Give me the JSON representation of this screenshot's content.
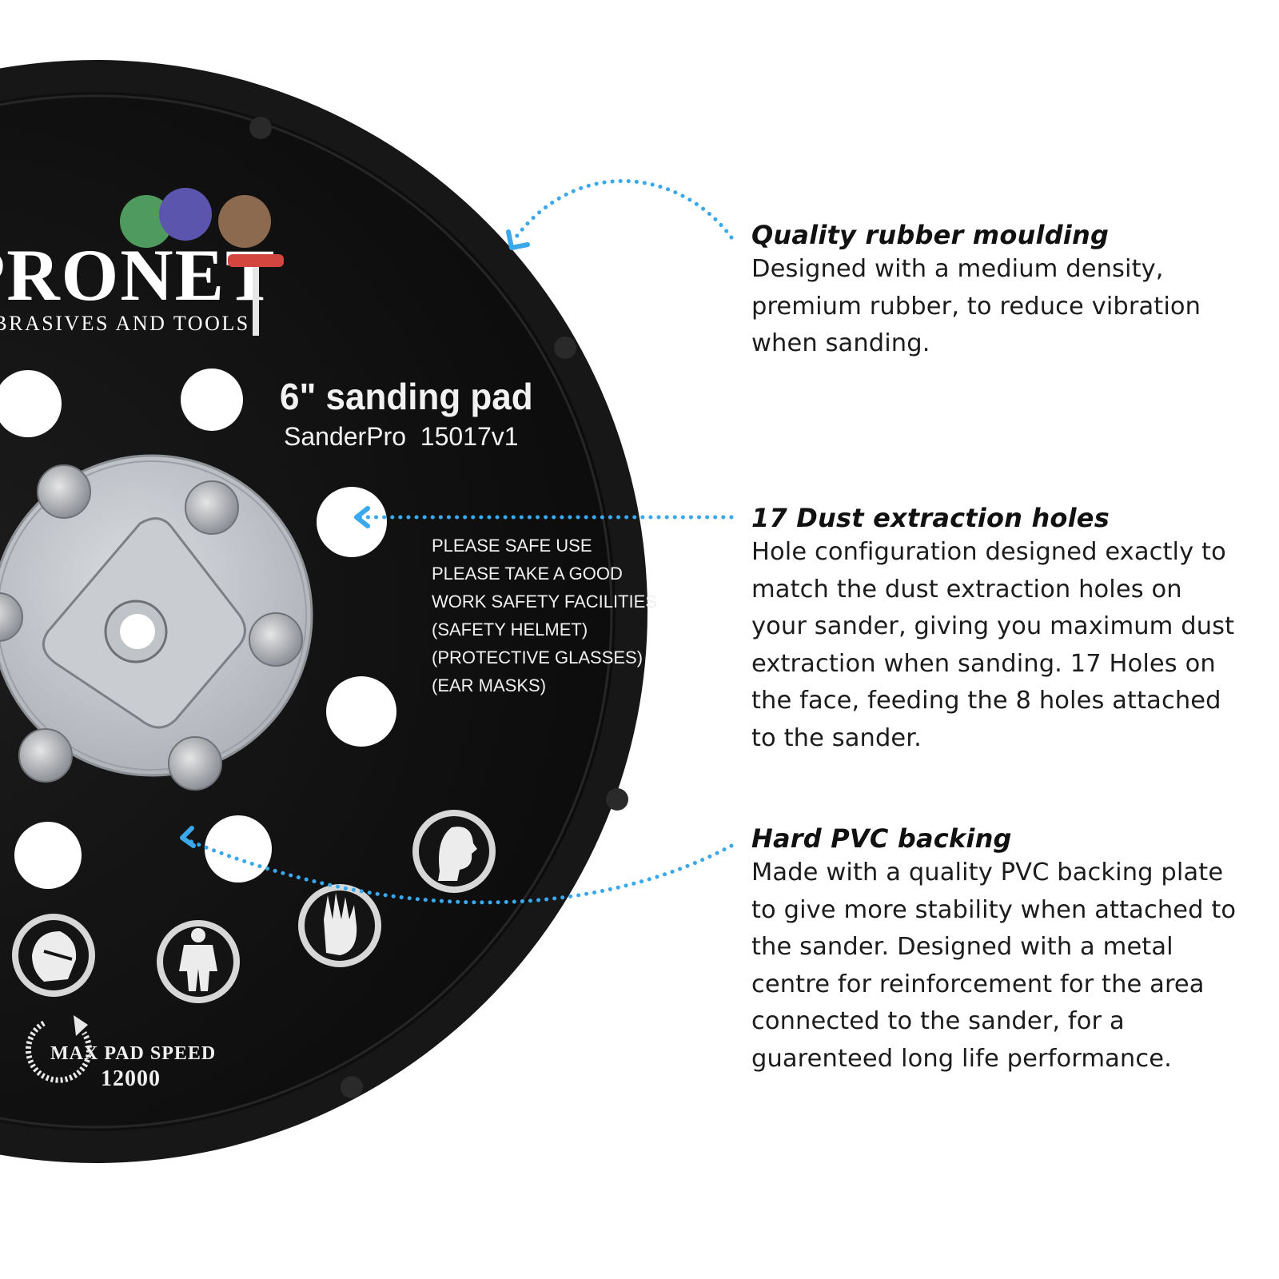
{
  "brand": {
    "logo_text": "PRONET",
    "tagline": "ABRASIVES AND TOOLS",
    "dot_colors": [
      "#4f9a5e",
      "#5b55ad",
      "#8c6a50"
    ],
    "accent_red": "#d2463f"
  },
  "pad": {
    "title": "6\" sanding pad",
    "model": "SanderPro  15017v1",
    "safety_lines": [
      "PLEASE SAFE USE",
      "PLEASE TAKE A GOOD",
      "WORK SAFETY FACILITIES",
      "(SAFETY HELMET)",
      "(PROTECTIVE GLASSES)",
      "(EAR MASKS)"
    ],
    "speed_label": "MAX PAD SPEED",
    "speed_value": "12000",
    "icons": [
      "head-profile-icon",
      "gloves-icon",
      "respirator-mask-icon",
      "coverall-icon",
      "rotation-arrow-icon"
    ]
  },
  "callouts": [
    {
      "title": "Quality rubber moulding",
      "lines": [
        "Designed with a medium density,",
        "premium rubber, to reduce vibration",
        "when sanding."
      ]
    },
    {
      "title": "17 Dust extraction holes",
      "lines": [
        "Hole configuration designed exactly to",
        "match the dust extraction holes on",
        "your sander, giving you maximum dust",
        "extraction when sanding. 17 Holes on",
        "the face, feeding the 8 holes attached",
        "to the sander."
      ]
    },
    {
      "title": "Hard PVC backing",
      "lines": [
        "Made with a quality PVC backing plate",
        "to give more stability when attached to",
        "the sander. Designed with a metal",
        "centre for reinforcement for the area",
        "connected to the sander, for a",
        "guarenteed long life performance."
      ]
    }
  ],
  "colors": {
    "arrow": "#3aa8ea",
    "pad": "#101010",
    "rim": "#1b1b1b",
    "metal": "#b8bcc2"
  }
}
